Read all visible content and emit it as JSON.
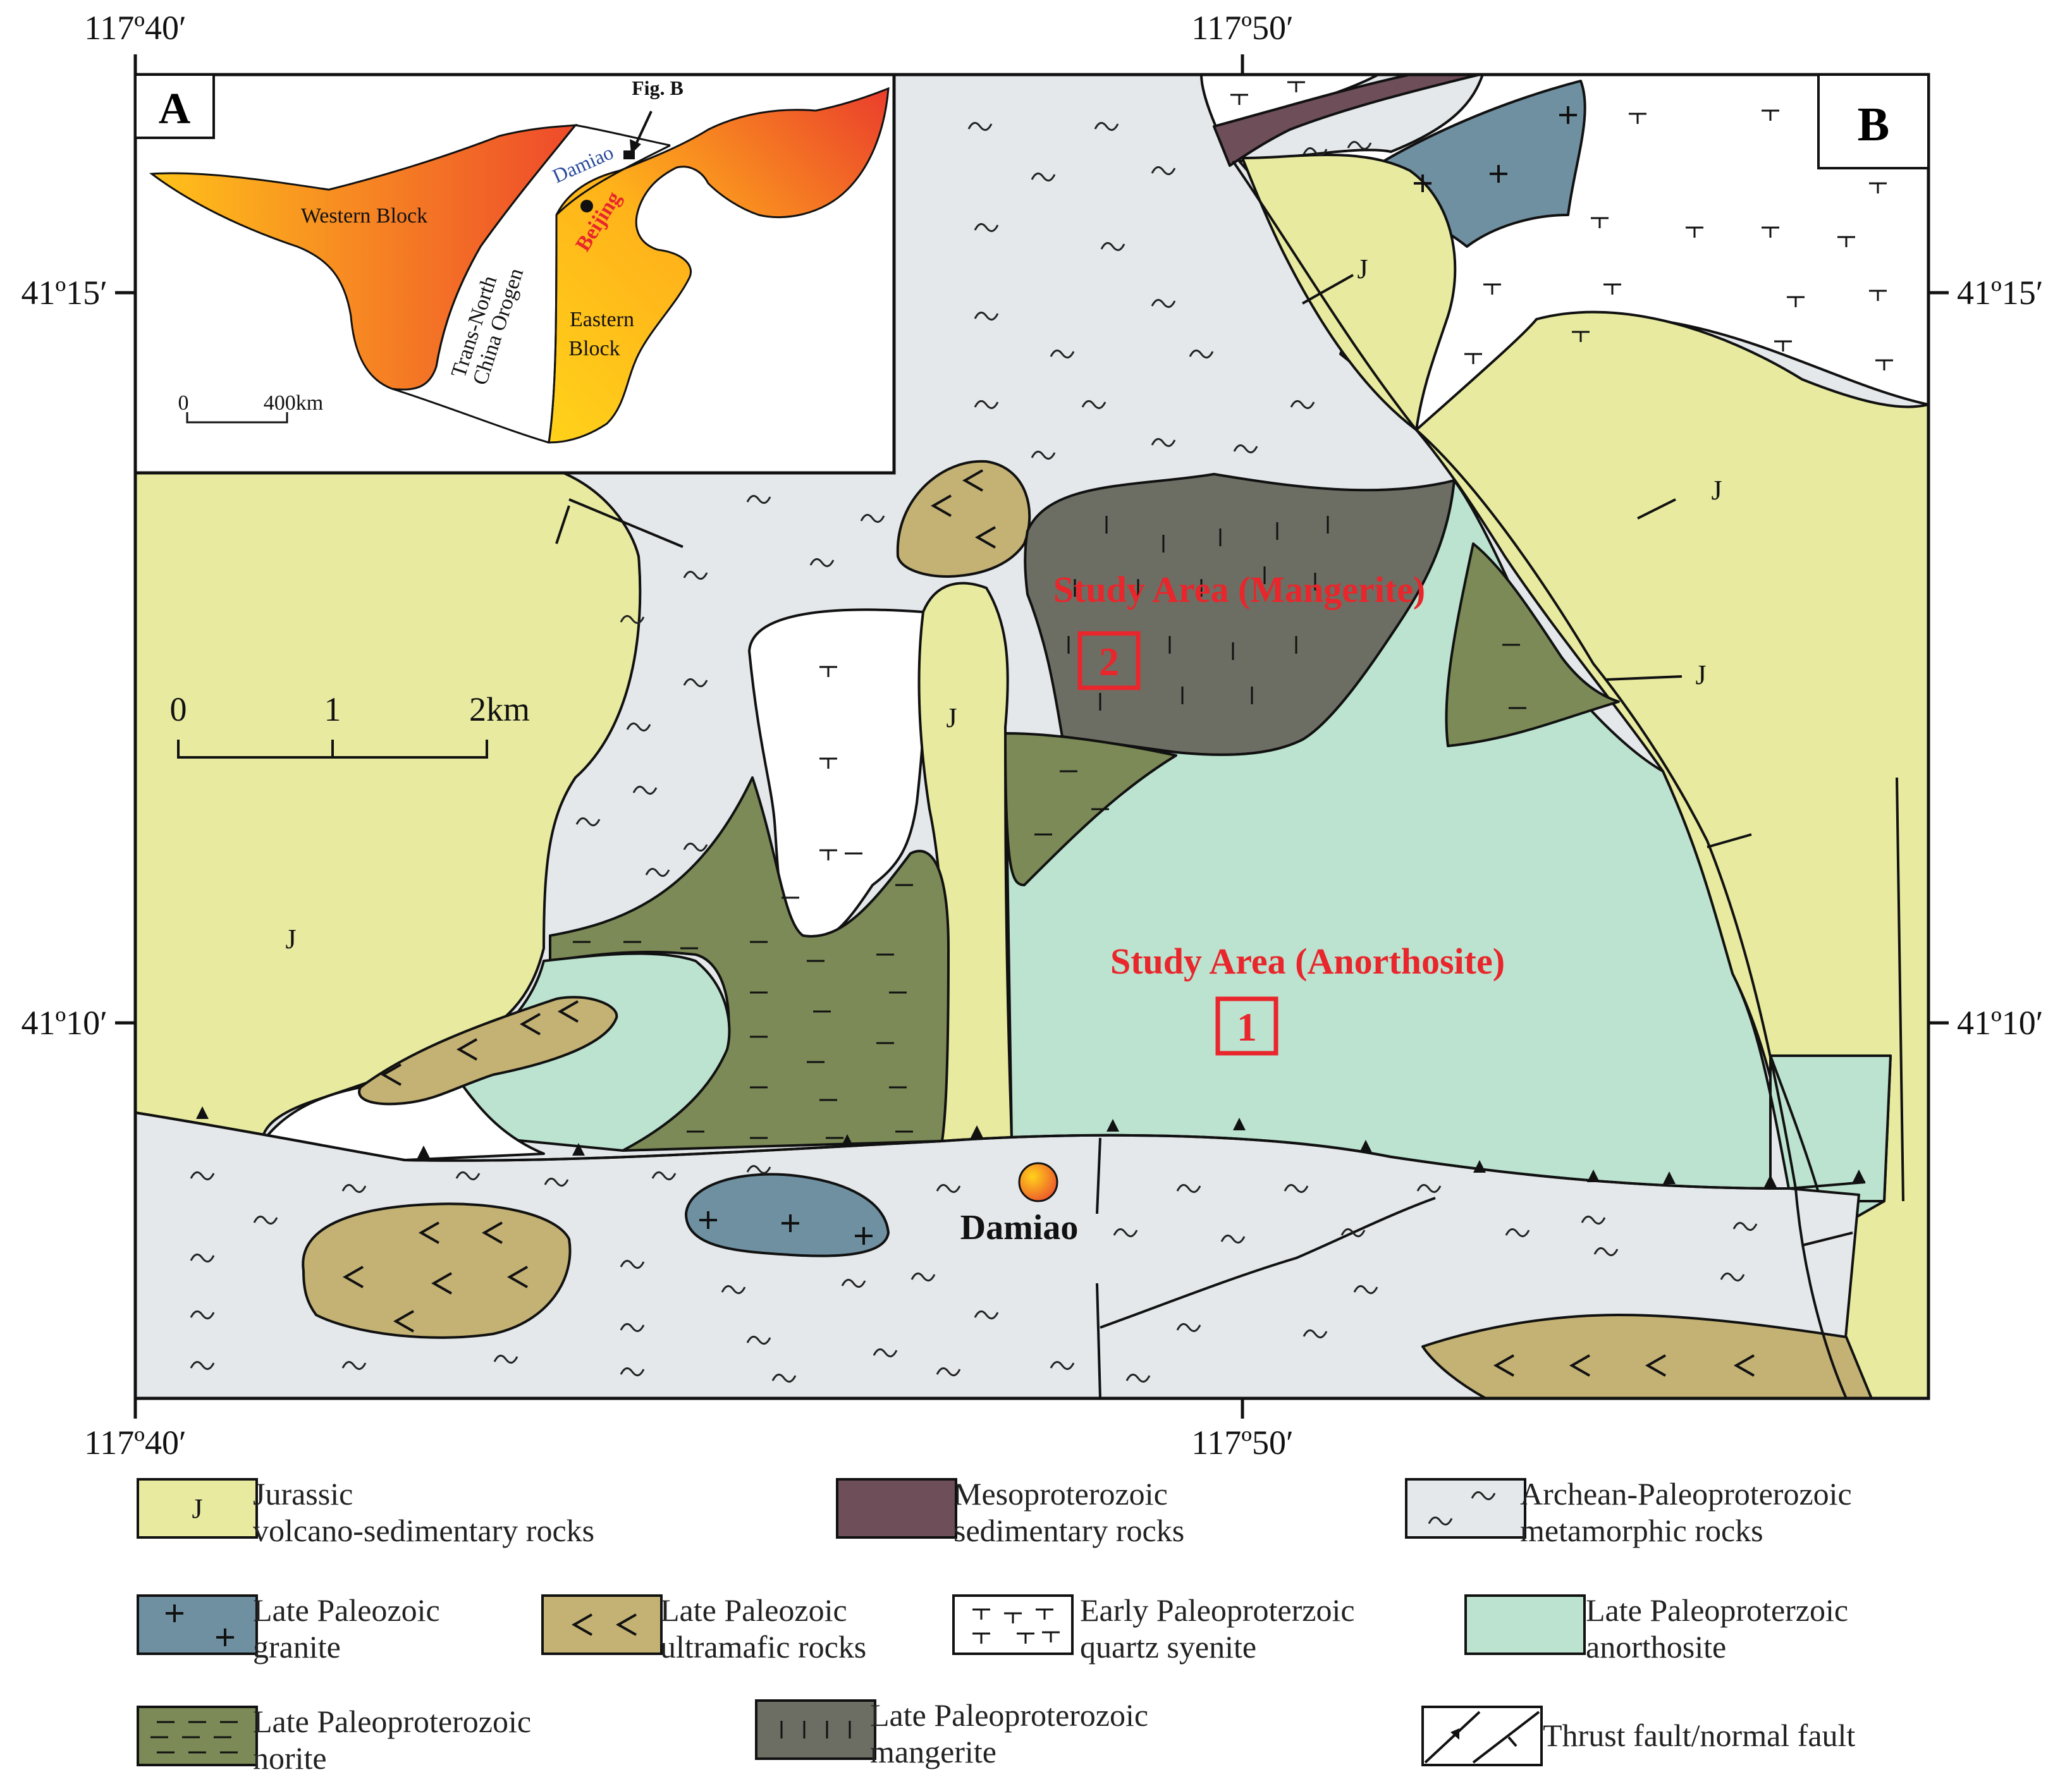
{
  "coords": {
    "lon_left": "117º40′",
    "lon_mid": "117º50′",
    "lat_top": "41º15′",
    "lat_bottom": "41º10′"
  },
  "panels": {
    "a": "A",
    "b": "B"
  },
  "inset": {
    "fig_b": "Fig. B",
    "damiao": "Damiao",
    "western_block": "Western Block",
    "orogen_line1": "Trans-North",
    "orogen_line2": "China Orogen",
    "beijing": "Beijing",
    "eastern_line1": "Eastern",
    "eastern_line2": "Block",
    "scale_zero": "0",
    "scale_max": "400km"
  },
  "map": {
    "study_mangerite": "Study Area (Mangerite)",
    "study_anorthosite": "Study Area (Anorthosite)",
    "num1": "1",
    "num2": "2",
    "damiao": "Damiao",
    "jurassic_symbol": "J",
    "scale": {
      "s0": "0",
      "s1": "1",
      "s2": "2km"
    }
  },
  "legend": [
    {
      "key": "jurassic",
      "symbol": "J",
      "line1": "Jurassic",
      "line2": "volcano-sedimentary rocks",
      "color": "#e8eb9f"
    },
    {
      "key": "mesoproterozoic",
      "line1": "Mesoproterozoic",
      "line2": "sedimentary rocks",
      "color": "#6e4e58"
    },
    {
      "key": "archean",
      "line1": "Archean-Paleoproterozoic",
      "line2": "metamorphic rocks",
      "color": "#e4e8ea"
    },
    {
      "key": "granite",
      "line1": "Late Paleozoic",
      "line2": "granite",
      "color": "#6f90a0"
    },
    {
      "key": "ultramafic",
      "line1": "Late Paleozoic",
      "line2": "ultramafic rocks",
      "color": "#c4b274"
    },
    {
      "key": "syenite",
      "line1": "Early Paleoproterzoic",
      "line2": "quartz syenite",
      "color": "#ffffff"
    },
    {
      "key": "anorthosite",
      "line1": "Late Paleoproterzoic",
      "line2": "anorthosite",
      "color": "#bce3d0"
    },
    {
      "key": "norite",
      "line1": "Late Paleoproterozoic",
      "line2": "norite",
      "color": "#7b8a56"
    },
    {
      "key": "mangerite",
      "line1": "Late Paleoproterozoic",
      "line2": "mangerite",
      "color": "#6c6e64"
    },
    {
      "key": "fault",
      "line1": "Thrust fault/normal fault"
    }
  ]
}
